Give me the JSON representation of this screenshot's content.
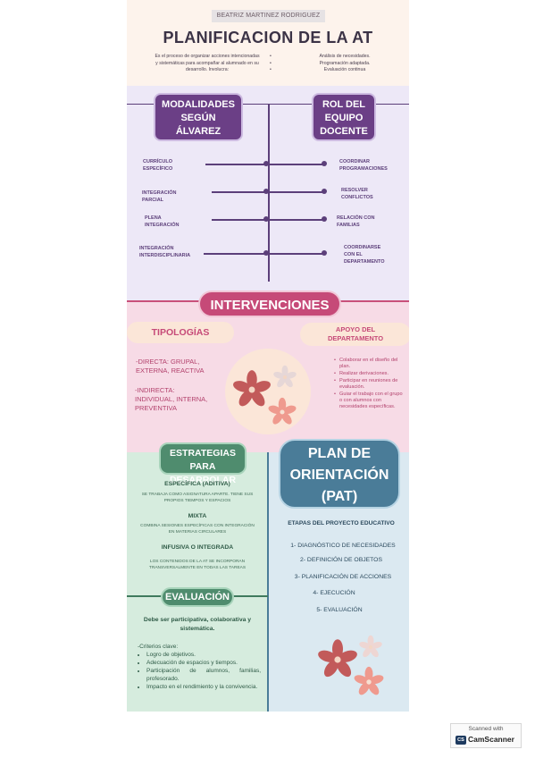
{
  "header": {
    "author": "BEATRIZ MARTINEZ RODRIGUEZ",
    "title": "PLANIFICACION DE LA AT",
    "intro": "Es el proceso de organizar acciones intencionadas y sistemáticas para acompañar al alumnado en su desarrollo. Involucra:",
    "bullets": [
      "Análisis de necesidades.",
      "Programación adaptada.",
      "Evaluación continua"
    ]
  },
  "modalidades": {
    "heading_lines": [
      "MODALIDADES",
      "SEGÚN",
      "ÁLVAREZ"
    ],
    "items": [
      [
        "CURRÍCULO",
        "ESPECÍFICO"
      ],
      [
        "INTEGRACIÓN",
        "PARCIAL"
      ],
      [
        "PLENA",
        "INTEGRACIÓN"
      ],
      [
        "INTEGRACIÓN",
        "INTERDISCIPLINARIA"
      ]
    ]
  },
  "rol": {
    "heading_lines": [
      "ROL DEL",
      "EQUIPO",
      "DOCENTE"
    ],
    "items": [
      [
        "COORDINAR",
        "PROGRAMACIONES"
      ],
      [
        "RESOLVER",
        "CONFLICTOS"
      ],
      [
        "RELACIÓN CON",
        "FAMILIAS"
      ],
      [
        "COORDINARSE",
        "CON EL",
        "DEPARTAMENTO"
      ]
    ]
  },
  "intervenciones": {
    "heading": "INTERVENCIONES",
    "tipologias": {
      "heading": "TIPOLOGÍAS",
      "directa": [
        "-DIRECTA: GRUPAL,",
        "EXTERNA, REACTIVA"
      ],
      "indirecta": [
        "-INDIRECTA:",
        "INDIVIDUAL, INTERNA,",
        "PREVENTIVA"
      ]
    },
    "apoyo": {
      "heading_lines": [
        "APOYO DEL",
        "DEPARTAMENTO"
      ],
      "items": [
        "Colaborar en el diseño del plan.",
        "Realizar derivaciones.",
        "Participar en reuniones de evaluación.",
        "Guiar el trabajo con el grupo o con alumnos con necesidades específicas."
      ]
    }
  },
  "estrategias": {
    "heading_lines": [
      "ESTRATEGIAS",
      "PARA DESARROLAR"
    ],
    "items": [
      {
        "title": "ESPECÍFICA (ADITIVA)",
        "text": "SE TRABAJA COMO ASIGNATURA APARTE. TIENE SUS PROPIOS TIEMPOS Y ESPACIOS"
      },
      {
        "title": "MIXTA",
        "text": "COMBINA SESIONES ESPECÍFICAS CON INTEGRACIÓN EN MATERIAS CIRCULARES"
      },
      {
        "title": "INFUSIVA O INTEGRADA",
        "text": "LOS CONTENIDOS DE LA AT SE INCORPORAN TRANSVERSALMENTE EN TODAS LAS TAREAS"
      }
    ]
  },
  "evaluacion": {
    "heading": "EVALUACIÓN",
    "lead": "Debe ser participativa, colaborativa y sistemática.",
    "criterios_label": "-Criterios clave:",
    "criterios": [
      "Logro de objetivos.",
      "Adecuación de espacios y tiempos.",
      "Participación de alumnos, familias, profesorado.",
      "Impacto en el rendimiento y la convivencia."
    ]
  },
  "pat": {
    "heading_lines": [
      "PLAN DE",
      "ORIENTACIÓN",
      "(PAT)"
    ],
    "etapas_heading": "ETAPAS DEL PROYECTO EDUCATIVO",
    "etapas": [
      "1- DIAGNÓSTICO DE NECESIDADES",
      "2- DEFINICIÓN DE OBJETOS",
      "3- PLANIFICACIÓN DE ACCIONES",
      "4- EJECUCIÓN",
      "5- EVALUACIÓN"
    ]
  },
  "watermark": {
    "scanned_with": "Scanned with",
    "logo": "CS",
    "brand": "CamScanner"
  }
}
